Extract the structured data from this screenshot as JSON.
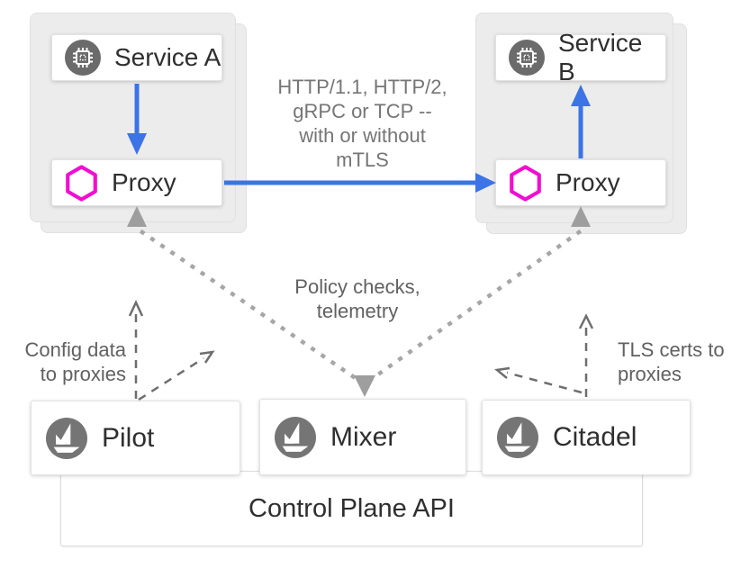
{
  "pods": {
    "left": {
      "service": "Service A",
      "proxy": "Proxy"
    },
    "right": {
      "service": "Service B",
      "proxy": "Proxy"
    }
  },
  "labels": {
    "traffic": {
      "lines": [
        "HTTP/1.1, HTTP/2,",
        "gRPC or TCP --",
        "with or without",
        "mTLS"
      ]
    },
    "policy": {
      "lines": [
        "Policy checks,",
        "telemetry"
      ]
    },
    "config": {
      "lines": [
        "Config data",
        "to proxies"
      ]
    },
    "tls": {
      "lines": [
        "TLS certs to",
        "proxies"
      ]
    }
  },
  "control_plane": {
    "pilot": "Pilot",
    "mixer": "Mixer",
    "citadel": "Citadel",
    "api": "Control Plane API"
  },
  "icons": {
    "service": "chip-icon",
    "proxy": "hexagon-icon",
    "control_component": "istio-sail-icon"
  },
  "colors": {
    "arrow_blue": "#3c73e6",
    "proxy_magenta": "#f20dd2",
    "pod_background": "#ececec",
    "icon_gray": "#757575",
    "dotted_gray": "#a6a6a6",
    "dashed_gray": "#6e6e6e",
    "label_gray": "#757575",
    "node_text": "#2f2f2f"
  }
}
